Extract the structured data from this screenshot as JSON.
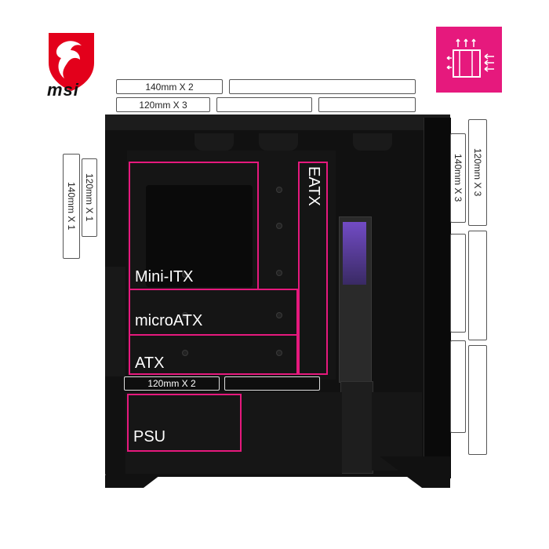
{
  "brand": {
    "name": "msi",
    "logo_color": "#e3001b"
  },
  "colors": {
    "accent": "#e6197d",
    "case": "#121212"
  },
  "airflow_icon": {
    "name": "airflow-icon",
    "color": "#e6197d"
  },
  "top_fans": {
    "row1_label": "140mm X 2",
    "row2_label": "120mm X 3"
  },
  "front_fans": {
    "label_140": "140mm X 3",
    "label_120": "120mm X 3"
  },
  "rear_fans": {
    "label_140": "140mm X 1",
    "label_120": "120mm X 1"
  },
  "bottom_fans": {
    "label": "120mm X 2"
  },
  "motherboard_zones": {
    "eatx": "EATX",
    "mini_itx": "Mini-ITX",
    "micro_atx": "microATX",
    "atx": "ATX"
  },
  "psu_label": "PSU"
}
